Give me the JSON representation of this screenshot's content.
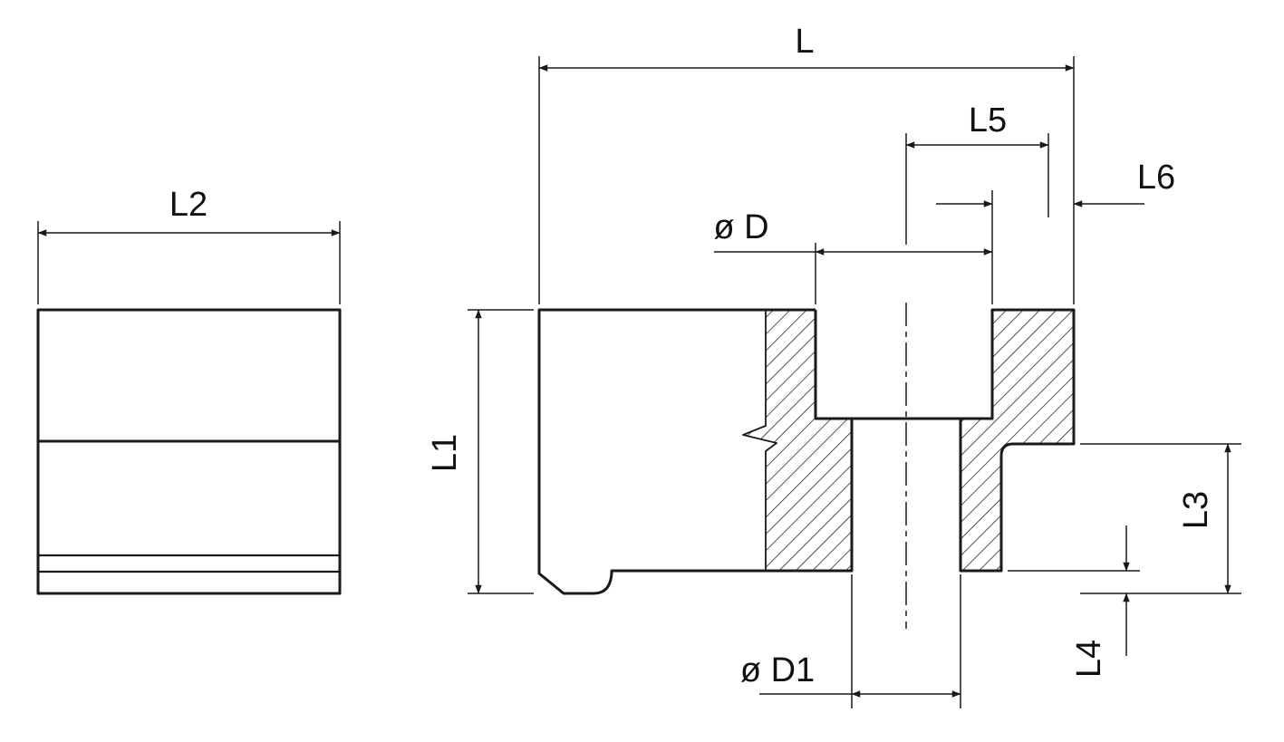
{
  "figure": {
    "background_color": "#ffffff",
    "line_color": "#1a1a1a",
    "labels": {
      "L": "L",
      "L1": "L1",
      "L2": "L2",
      "L3": "L3",
      "L4": "L4",
      "L5": "L5",
      "L6": "L6",
      "D": "ø D",
      "D1": "ø D1"
    }
  }
}
